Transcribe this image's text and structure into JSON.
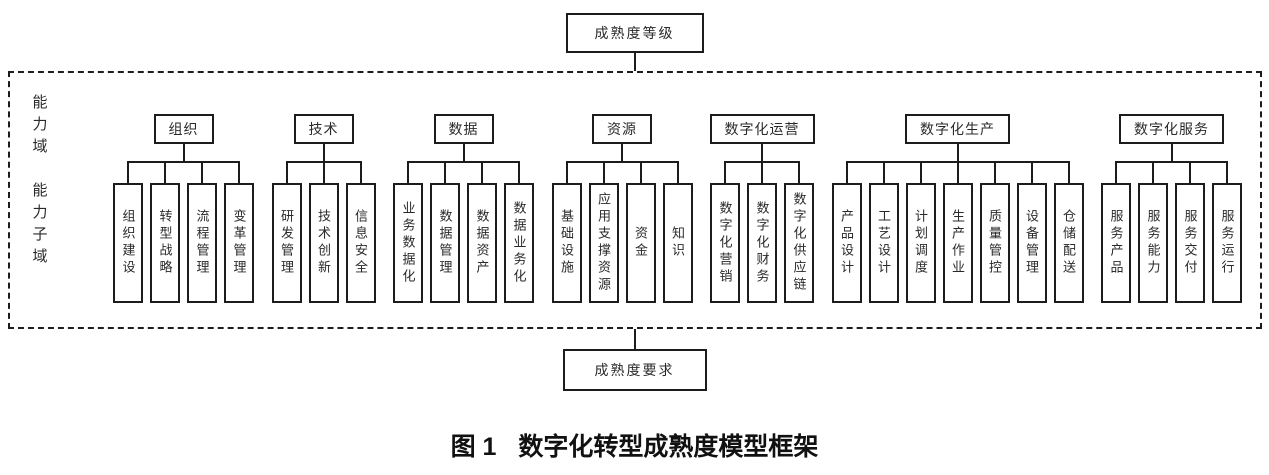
{
  "diagram": {
    "top_box_label": "成熟度等级",
    "bottom_box_label": "成熟度要求",
    "side_labels": [
      "能力域",
      "能力子域"
    ],
    "groups": [
      {
        "label": "组织",
        "children": [
          "组织建设",
          "转型战略",
          "流程管理",
          "变革管理"
        ]
      },
      {
        "label": "技术",
        "children": [
          "研发管理",
          "技术创新",
          "信息安全"
        ]
      },
      {
        "label": "数据",
        "children": [
          "业务数据化",
          "数据管理",
          "数据资产",
          "数据业务化"
        ]
      },
      {
        "label": "资源",
        "children": [
          "基础设施",
          "应用支撑资源",
          "资金",
          "知识"
        ]
      },
      {
        "label": "数字化运营",
        "children": [
          "数字化营销",
          "数字化财务",
          "数字化供应链"
        ]
      },
      {
        "label": "数字化生产",
        "children": [
          "产品设计",
          "工艺设计",
          "计划调度",
          "生产作业",
          "质量管控",
          "设备管理",
          "仓储配送"
        ]
      },
      {
        "label": "数字化服务",
        "children": [
          "服务产品",
          "服务能力",
          "服务交付",
          "服务运行"
        ]
      }
    ],
    "caption": {
      "label": "图 1",
      "title": "数字化转型成熟度模型框架"
    },
    "colors": {
      "line": "#1c1c1c",
      "background": "#ffffff",
      "text": "#2a2a2a"
    }
  }
}
